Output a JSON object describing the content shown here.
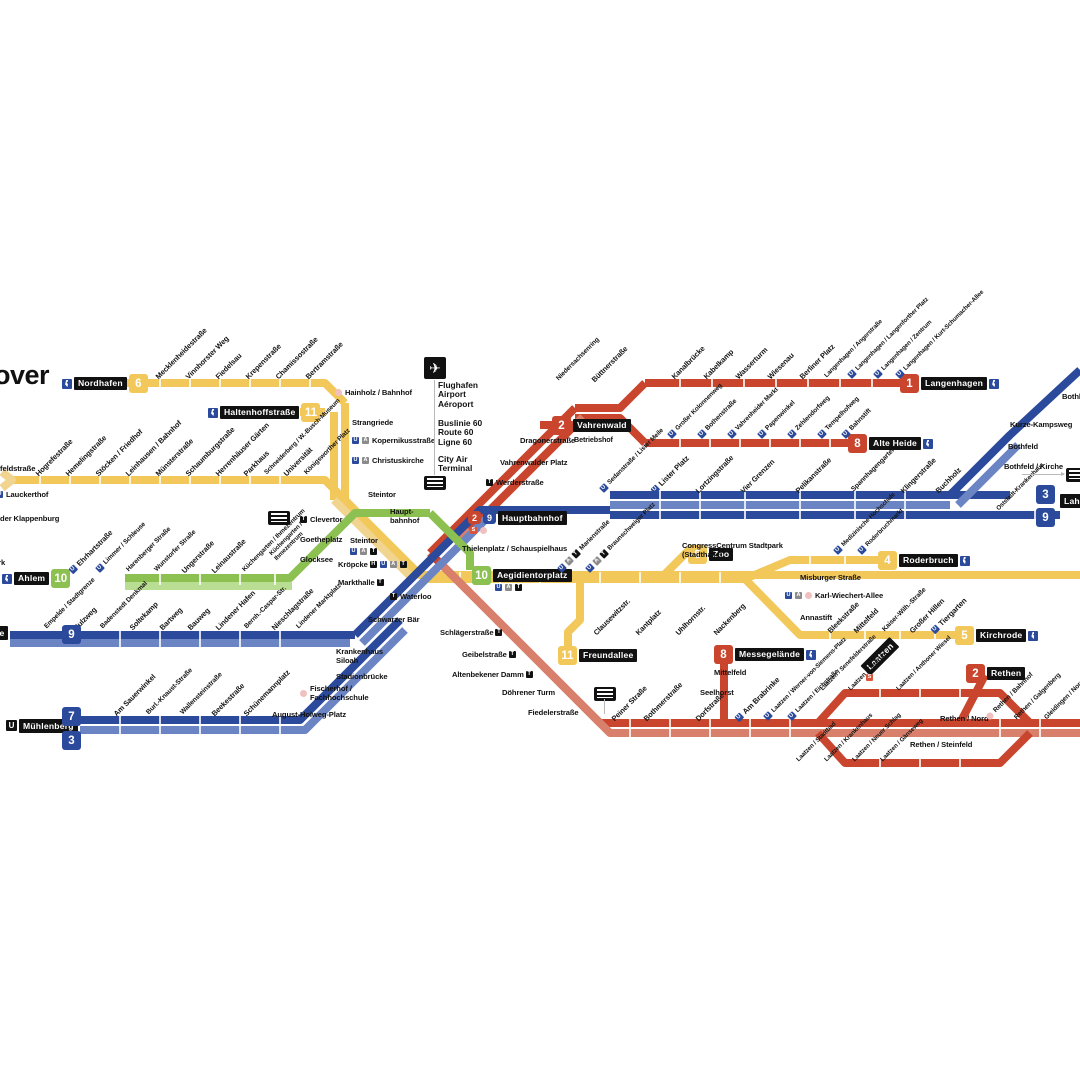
{
  "map": {
    "title": "Hannover",
    "title_visible": "over",
    "colors": {
      "yellow": "#f2c85a",
      "yellow_light": "#f5d98b",
      "red": "#c9452d",
      "red_light": "#d9725c",
      "blue": "#2b4a9b",
      "blue_light": "#5f79bd",
      "green": "#8cc152",
      "green_light": "#b5d98a",
      "black": "#111111",
      "pink": "#f3c6c6"
    }
  },
  "termini": [
    {
      "name": "Nordhafen",
      "line": "6",
      "color": "yellow",
      "accessible": true
    },
    {
      "name": "Haltenhoffstraße",
      "line": "11",
      "color": "yellow",
      "accessible": true
    },
    {
      "name": "Ahlem",
      "line": "10",
      "color": "green",
      "accessible": true
    },
    {
      "name": "Mühlenberg",
      "line": "7",
      "line2": "3",
      "color": "blue",
      "accessible": false,
      "u": true
    },
    {
      "name": "Langenhagen",
      "line": "1",
      "color": "red",
      "accessible": true
    },
    {
      "name": "Alte Heide",
      "line": "8",
      "color": "red",
      "accessible": true
    },
    {
      "name": "Vahrenwald",
      "sub": "Betriebshof",
      "line": "2",
      "color": "red",
      "accessible": false
    },
    {
      "name": "Hauptbahnhof",
      "line": "2",
      "line2": "9",
      "color": "red",
      "accessible": false
    },
    {
      "name": "Aegidientorplatz",
      "line": "10",
      "color": "green",
      "accessible": false
    },
    {
      "name": "Freundallee",
      "line": "11",
      "color": "yellow",
      "accessible": false
    },
    {
      "name": "Zoo",
      "line": "6",
      "color": "yellow",
      "accessible": false
    },
    {
      "name": "Roderbruch",
      "line": "4",
      "color": "yellow",
      "accessible": true
    },
    {
      "name": "Kirchrode",
      "line": "5",
      "color": "yellow",
      "accessible": true
    },
    {
      "name": "Messegelände",
      "line": "8",
      "color": "red",
      "accessible": true
    },
    {
      "name": "Rethen",
      "line": "2",
      "color": "red",
      "accessible": false
    },
    {
      "name": "Lahe",
      "line": "3",
      "line2": "9",
      "color": "blue",
      "accessible": false
    },
    {
      "name": "Laatzen",
      "line": "",
      "color": "black",
      "accessible": false
    }
  ],
  "stations": {
    "line6_nordhafen_branch": [
      "Mecklenheidestraße",
      "Vinnhorster Weg",
      "Fiedelsau",
      "Krepenstraße",
      "Chamissostraße",
      "Bertramstraße"
    ],
    "line6_hainholz": [
      "Hainholz / Bahnhof",
      "Strangriede",
      "Kopernikusstraße",
      "Christuskirche"
    ],
    "line10_11_west": [
      "Hogrefestraße",
      "Hemelingstraße",
      "Stöcken / Friedhof",
      "Leinhausen / Bahnhof",
      "Münsterstraße",
      "Schaumburgstraße",
      "Herrenhäuser Gärten",
      "Parkhaus",
      "Schneiderberg / W.-Busch-Museum",
      "Universität",
      "Königsworther Platz"
    ],
    "line10_west_partial": [
      "...feldstraße",
      "Lauckerthof",
      "...der Klappenburg"
    ],
    "line10_ahlem": [
      "Ehrhartstraße",
      "Limmer / Schleuse",
      "Harenberger Straße",
      "Wunstorfer Straße",
      "Ungerstraße",
      "Leinaustraße",
      "Küchengarten / Ihmezentrum"
    ],
    "line9_empelde": [
      "Empelde / Stadtgrenze",
      "Sulzweg",
      "Badenstedt Denkmal",
      "Soltekamp",
      "Bartweg",
      "Bauweg",
      "Lindener Hafen",
      "Bernh.-Caspar-Str.",
      "Nieschlagstraße",
      "Lindener Marktplatz"
    ],
    "line7_muehlenberg": [
      "Am Sauerwinkel",
      "Burl.-Knaust-Straße",
      "Wallensteinstraße",
      "Beekestraße",
      "Schünemannplatz"
    ],
    "line7_diag": [
      "Krankenhaus Siloah",
      "Stadionbrücke",
      "Fischerhof / Fachhochschule",
      "August-Holweg-Platz"
    ],
    "centre": [
      "Steintor",
      "Clevertor",
      "Goetheplatz",
      "Glocksee",
      "Kröpcke",
      "Markthalle",
      "Waterloo",
      "Schwarzer Bär",
      "Hauptbahnhof",
      "Thielenplatz / Schauspielhaus"
    ],
    "line1_north": [
      "Niedersachsenring",
      "Büttnerstraße",
      "Kabelkamp",
      "Kabelkamp",
      "Wasserturm",
      "Wiesenau",
      "Berliner Platz",
      "Langenhagen / Angerstraße",
      "Langenhagen / Langenforther Platz",
      "Langenhagen / Zentrum",
      "Langenhagen / Kurt-Schumacher-Allee"
    ],
    "line1_labels": [
      "Kanalbrücke",
      "Kabelkamp",
      "Wasserturm",
      "Wiesenau",
      "Berliner Platz"
    ],
    "line8_north": [
      "Großer Kolonnenweg",
      "Bothenstraße",
      "Vahrenheider Markt",
      "Papenwinkel",
      "Zehlendorfweg",
      "Tempelhofweg",
      "Bahnstift"
    ],
    "line2_north": [
      "Dragonerstraße",
      "Vahrenwalder Platz",
      "Werderstraße"
    ],
    "line3_9_east": [
      "Sedanstraße / Lister Meile",
      "Lister Platz",
      "Lortzingstraße",
      "Vier Grenzen",
      "Pelikanstraße",
      "Spannhagengarten",
      "Klingerstraße",
      "Buchholz",
      "Oststadt-Krankenhaus"
    ],
    "line3_9_lahe": [
      "Bothkamp",
      "Kurze-Kampsweg",
      "Bothfeld",
      "Bothfeld / Kirche"
    ],
    "line4_5_east": [
      "Marienstraße",
      "Braunschweiger Platz",
      "CongressCentrum Stadtpark (Stadthalle)",
      "Misburger Straße",
      "Karl-Wiechert-Allee",
      "Annastift",
      "Medizinische Hochschule",
      "Roderbruchmarkt"
    ],
    "line5_kirchrode": [
      "Bleekstraße",
      "Mittelfeld",
      "Kaiser-Wilh.-Straße",
      "Großer Hillen",
      "Tiergarten"
    ],
    "line11_freundallee": [
      "Clausewitzstr.",
      "Kantplatz",
      "Uhlhornstr.",
      "Nackenberg"
    ],
    "line1_2_south_west": [
      "Schlägerstraße",
      "Geibelstraße",
      "Altenbekener Damm",
      "Döhrener Turm",
      "Fiedelerstraße"
    ],
    "line1_2_south": [
      "Peiner Straße",
      "Bothmerstraße",
      "Dorfstraße",
      "Am Brabrinke",
      "Laatzen / Werner-von-Siemens-Platz",
      "Laatzen / Eichstraße"
    ],
    "line8_messe": [
      "Mittelfeld",
      "Seelhorst"
    ],
    "laatzen_north": [
      "Laatzen / Senefelderstraße",
      "Laatzen / Centrum",
      "Laatzen / Anthoner Wiesel"
    ],
    "laatzen_south": [
      "Laatzen / Stadtbad",
      "Laatzen / Krankenhaus",
      "Laatzen / Neuer Schlag",
      "Laatzen / Gänseweg"
    ],
    "rethen": [
      "Rethen / Nord",
      "Rethen / Steinfeld",
      "Rethen / Bahnhof",
      "Rethen / Galgenberg",
      "Gleidingen / Nord"
    ]
  },
  "airport_box": {
    "plane_icon": "airplane-icon",
    "lines": [
      "Flughafen",
      "Airport",
      "Aéroport"
    ],
    "bus": [
      "Buslinie 60",
      "Route 60",
      "Ligne 60"
    ],
    "terminal": [
      "City Air",
      "Terminal"
    ],
    "train_icon": "train-icon"
  },
  "legend_icons": {
    "accessible": "wheelchair-icon",
    "sbahn": "s-bahn-icon",
    "ubahn": "u-bahn-icon",
    "regional": "regional-train-icon"
  }
}
